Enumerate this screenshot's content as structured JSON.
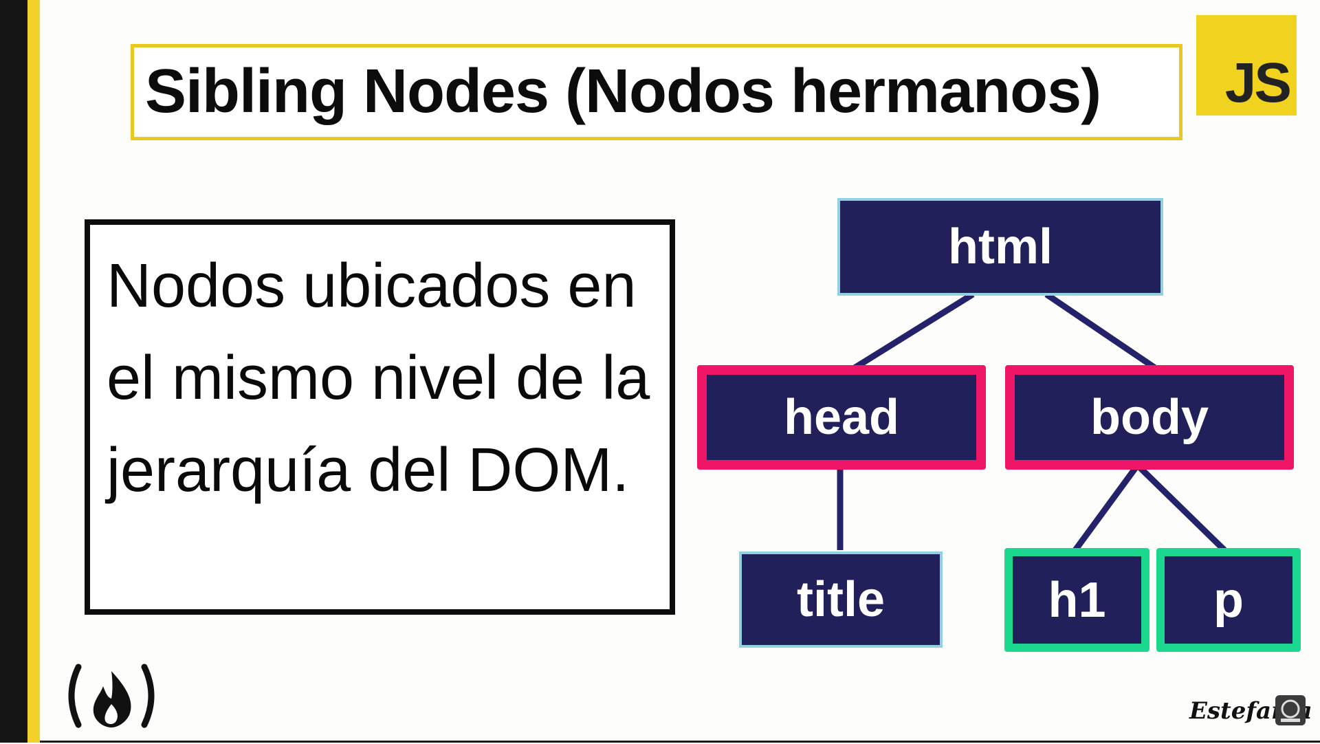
{
  "slide": {
    "title": "Sibling Nodes (Nodos hermanos)",
    "js_logo_text": "JS",
    "definition": "Nodos ubicados en el mismo nivel de la jerarquía del DOM.",
    "signature": "Estefania"
  },
  "tree": {
    "root": "html",
    "level1": [
      "head",
      "body"
    ],
    "level2": [
      "title",
      "h1",
      "p"
    ]
  },
  "colors": {
    "accent_yellow": "#f1d12a",
    "node_fill": "#21205a",
    "sibling_pink": "#f01667",
    "sibling_green": "#1cd88e",
    "edge": "#23226a"
  },
  "icons": {
    "freecodecamp": "freecodecamp-logo-icon",
    "subscribe": "subscribe-icon"
  }
}
